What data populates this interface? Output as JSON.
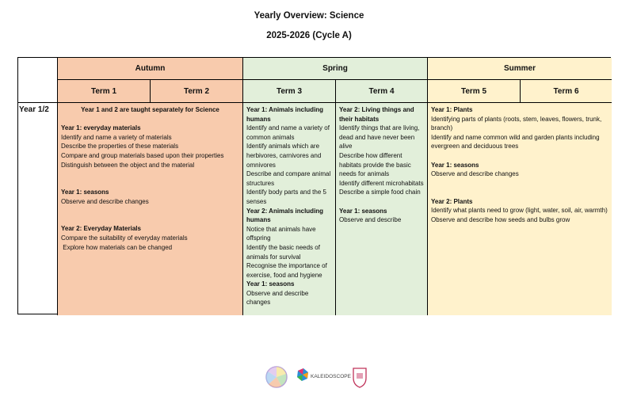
{
  "title": "Yearly Overview: Science",
  "subtitle": "2025-2026 (Cycle A)",
  "seasons": [
    {
      "label": "Autumn"
    },
    {
      "label": "Spring"
    },
    {
      "label": "Summer"
    }
  ],
  "terms": [
    {
      "label": "Term 1"
    },
    {
      "label": "Term 2"
    },
    {
      "label": "Term 3"
    },
    {
      "label": "Term 4"
    },
    {
      "label": "Term 5"
    },
    {
      "label": "Term 6"
    }
  ],
  "row_label": "Year 1/2",
  "autumn": {
    "note": "Year 1 and 2 are taught separately for Science",
    "h1": "Year 1: everyday materials",
    "l1": [
      "Identify and name a variety of materials",
      "Describe the properties of these materials",
      "Compare and group materials based upon their properties",
      "Distinguish between the object and the material"
    ],
    "h2": "Year 1: seasons",
    "l2": [
      "Observe and describe changes"
    ],
    "h3": "Year 2: Everyday Materials",
    "l3": [
      "Compare the suitability of everyday materials",
      " Explore how materials can be changed"
    ]
  },
  "term3": {
    "h1": "Year 1: Animals including humans",
    "l1": [
      "Identify and name a variety of common animals",
      "Identify animals which are herbivores, carnivores and omnivores",
      "Describe and compare animal structures",
      "Identify body parts and the 5 senses"
    ],
    "h2": "Year 2: Animals including humans",
    "l2": [
      "Notice that animals have offspring",
      "Identify the basic needs of animals for survival",
      "Recognise the importance of exercise, food and hygiene"
    ],
    "h3": "Year 1: seasons",
    "l3": [
      "Observe and describe changes"
    ]
  },
  "term4": {
    "h1": "Year 2: Living things and their habitats",
    "l1": [
      "Identify things that are living, dead and have never been alive",
      "Describe how different habitats provide the basic needs for animals",
      "Identify different microhabitats",
      "Describe a simple food chain"
    ],
    "h2": "Year 1: seasons",
    "l2": [
      "Observe and describe"
    ]
  },
  "summer": {
    "h1": "Year 1: Plants",
    "l1": [
      "Identifying parts of plants (roots, stem, leaves, flowers, trunk, branch)",
      "Identify and name common wild and garden plants including evergreen and deciduous trees"
    ],
    "h2": "Year 1: seasons",
    "l2": [
      "Observe and describe changes"
    ],
    "h3": "Year 2: Plants",
    "l3": [
      "Identify what plants need to grow (light, water, soil, air, warmth)",
      "Observe and describe how seeds and bulbs grow"
    ]
  },
  "logos": {
    "kaleidoscope": "KALEIDOSCOPE"
  },
  "colors": {
    "autumn": "#f8cbad",
    "spring": "#e2efda",
    "summer": "#fff2cc"
  }
}
